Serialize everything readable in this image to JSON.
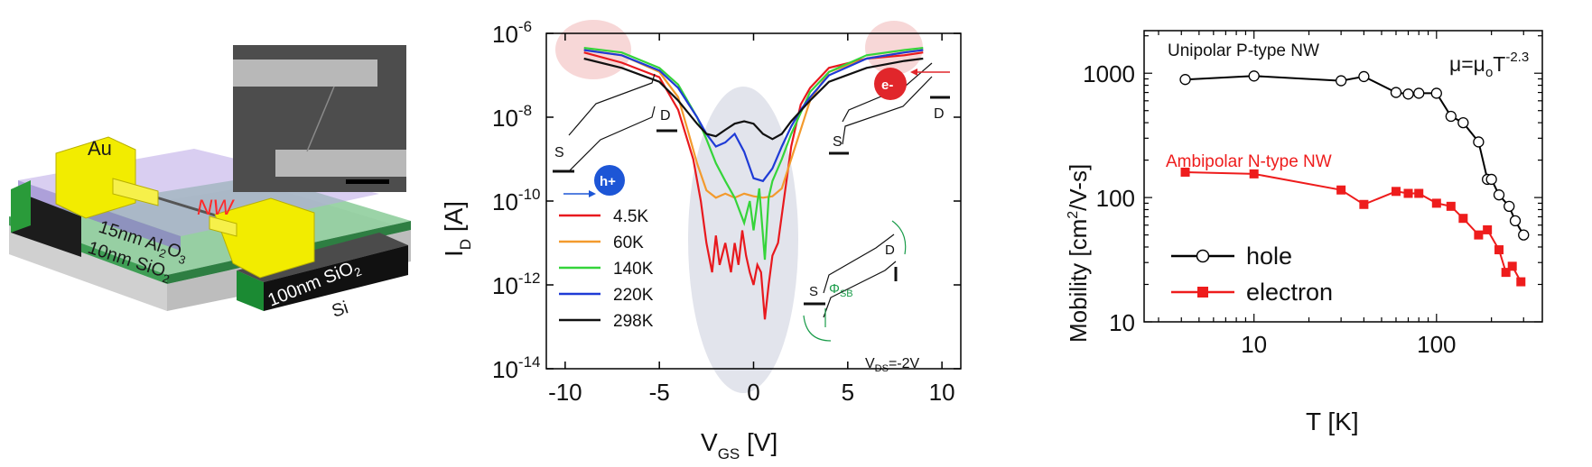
{
  "panel_a": {
    "labels": {
      "gold": "Au",
      "nanowire": "NW",
      "alumina_thickness": "15nm",
      "alumina_compound": "Al",
      "alumina_sub_a": "2",
      "alumina_o": "O",
      "alumina_sub_b": "3",
      "thin_oxide": "10nm SiO",
      "thin_oxide_sub": "2",
      "thick_oxide": "100nm SiO",
      "thick_oxide_sub": "2",
      "substrate": "Si"
    },
    "colors": {
      "gold": "#f2ec00",
      "nanowire_label": "#ff2a2a",
      "alumina": "#b9a6e6",
      "oxide": "#5aa66b",
      "substrate": "#d9d9d9"
    }
  },
  "panel_b": {
    "chart_data": {
      "type": "line",
      "xlabel": "V",
      "xlabel_sub": "GS",
      "xlabel_unit": " [V]",
      "ylabel": "I",
      "ylabel_sub": "D",
      "ylabel_unit": " [A]",
      "xlim": [
        -11,
        11
      ],
      "ylim_log10": [
        -14,
        -6
      ],
      "yscale": "log",
      "x_ticks": [
        -10,
        -5,
        0,
        5,
        10
      ],
      "x_tick_labels": [
        "-10",
        "-5",
        "0",
        "5",
        "10"
      ],
      "y_ticks_exp": [
        -14,
        -12,
        -10,
        -8,
        -6
      ],
      "y_tick_base": "10",
      "y_tick_exps": [
        "-14",
        "-12",
        "-10",
        "-8",
        "-6"
      ],
      "legend_position": "bottom-left",
      "series": [
        {
          "name": "4.5K",
          "color": "#e8191e",
          "x": [
            -9,
            -7,
            -5,
            -4,
            -3.2,
            -2.8,
            -2.5,
            -2.2,
            -2,
            -1.8,
            -1.5,
            -1.2,
            -1,
            -0.8,
            -0.6,
            -0.4,
            -0.2,
            0,
            0.2,
            0.4,
            0.6,
            0.8,
            1,
            1.3,
            1.6,
            2,
            2.5,
            3,
            4,
            6,
            8,
            9
          ],
          "y": [
            3.5e-07,
            2e-07,
            9e-08,
            1.5e-08,
            1e-09,
            1e-10,
            1e-11,
            2e-12,
            1.5e-11,
            3e-12,
            1e-11,
            2e-12,
            1e-11,
            3e-12,
            2e-11,
            5e-12,
            2e-12,
            1e-12,
            3e-12,
            2e-12,
            1.5e-13,
            1e-12,
            5e-12,
            1e-11,
            1e-10,
            2e-09,
            2e-08,
            5e-08,
            1.5e-07,
            2.5e-07,
            3e-07,
            3.5e-07
          ]
        },
        {
          "name": "60K",
          "color": "#f39a2d",
          "x": [
            -9,
            -7,
            -5,
            -4,
            -3.5,
            -3,
            -2.5,
            -2,
            -1.5,
            -1,
            -0.5,
            0,
            0.5,
            1,
            1.5,
            2,
            2.5,
            3,
            4,
            6,
            8,
            9
          ],
          "y": [
            4e-07,
            3e-07,
            1.2e-07,
            3e-08,
            5e-09,
            8e-10,
            1.8e-10,
            1.2e-10,
            1.5e-10,
            1.2e-10,
            1.5e-10,
            1.3e-10,
            1.2e-10,
            1.3e-10,
            2e-10,
            1e-09,
            5e-09,
            2.5e-08,
            1.2e-07,
            2.5e-07,
            3.5e-07,
            4e-07
          ]
        },
        {
          "name": "140K",
          "color": "#35d43a",
          "x": [
            -9,
            -7,
            -5,
            -4,
            -3,
            -2.5,
            -2,
            -1.5,
            -1,
            -0.5,
            -0.2,
            0,
            0.3,
            0.6,
            0.8,
            1,
            1.5,
            2,
            3,
            4,
            6,
            8,
            9
          ],
          "y": [
            4.5e-07,
            3.5e-07,
            1.5e-07,
            6e-08,
            1e-08,
            3e-09,
            8e-10,
            3e-10,
            1.2e-10,
            3e-11,
            1e-10,
            2e-11,
            2e-10,
            4e-12,
            1.2e-10,
            3e-10,
            1e-09,
            4e-09,
            4e-08,
            1.2e-07,
            3e-07,
            4e-07,
            4.5e-07
          ]
        },
        {
          "name": "220K",
          "color": "#1f3bd6",
          "x": [
            -9,
            -7,
            -5,
            -4,
            -3,
            -2.5,
            -2,
            -1.5,
            -1,
            -0.5,
            0,
            0.5,
            1,
            1.5,
            2,
            2.5,
            3,
            4,
            6,
            8,
            9
          ],
          "y": [
            4e-07,
            3e-07,
            1.3e-07,
            5e-08,
            1e-08,
            4e-09,
            2e-09,
            2.5e-09,
            4e-09,
            1.5e-09,
            3.5e-10,
            3e-10,
            6e-10,
            2e-09,
            6e-09,
            1.5e-08,
            3e-08,
            1e-07,
            2.5e-07,
            3.5e-07,
            4e-07
          ]
        },
        {
          "name": "298K",
          "color": "#111111",
          "x": [
            -9,
            -7,
            -5,
            -4,
            -3,
            -2.5,
            -2,
            -1.5,
            -1,
            -0.5,
            0,
            0.5,
            1,
            1.5,
            2,
            3,
            4,
            6,
            8,
            9
          ],
          "y": [
            2.5e-07,
            1.5e-07,
            7e-08,
            2.5e-08,
            7e-09,
            4e-09,
            3.5e-09,
            5e-09,
            7e-09,
            8e-09,
            7e-09,
            4e-09,
            3e-09,
            4e-09,
            8e-09,
            2.5e-08,
            7e-08,
            1.5e-07,
            2.2e-07,
            2.5e-07
          ]
        }
      ],
      "annotations": {
        "hole": "h+",
        "electron": "e-",
        "source": "S",
        "drain": "D",
        "barrier_symbol": "Φ",
        "barrier_sub": "SB",
        "bias_v": "V",
        "bias_sub": "DS",
        "bias_value": "=-2V"
      }
    }
  },
  "panel_c": {
    "chart_data": {
      "type": "scatter",
      "xlabel": "T [K]",
      "ylabel": "Mobility [cm",
      "ylabel_sup": "2",
      "ylabel_end": "/V-s]",
      "xscale": "log",
      "yscale": "log",
      "xlim": [
        2.5,
        380
      ],
      "ylim": [
        10,
        2200
      ],
      "x_ticks": [
        10,
        100
      ],
      "x_tick_labels": [
        "10",
        "100"
      ],
      "y_ticks": [
        10,
        100,
        1000
      ],
      "y_tick_labels": [
        "10",
        "100",
        "1000"
      ],
      "legend_position": "bottom-left",
      "formula": {
        "mu": "μ=μ",
        "sub": "o",
        "t": "T",
        "exp": "-2.3"
      },
      "series": [
        {
          "name": "hole",
          "color": "#000000",
          "marker": "open-circle",
          "x": [
            4.2,
            10,
            30,
            40,
            60,
            70,
            80,
            100,
            120,
            140,
            170,
            190,
            200,
            220,
            250,
            270,
            300
          ],
          "y": [
            890,
            950,
            870,
            940,
            700,
            680,
            690,
            690,
            450,
            400,
            280,
            140,
            140,
            105,
            85,
            65,
            50
          ]
        },
        {
          "name": "electron",
          "color": "#ee1c1c",
          "marker": "filled-square",
          "x": [
            4.2,
            10,
            30,
            40,
            60,
            70,
            80,
            100,
            120,
            140,
            170,
            190,
            220,
            240,
            260,
            290
          ],
          "y": [
            160,
            155,
            115,
            88,
            112,
            108,
            108,
            90,
            85,
            68,
            50,
            55,
            38,
            25,
            28,
            21
          ]
        }
      ],
      "annotations": {
        "unipolar": "Unipolar P-type NW",
        "ambipolar": "Ambipolar N-type NW"
      }
    }
  }
}
